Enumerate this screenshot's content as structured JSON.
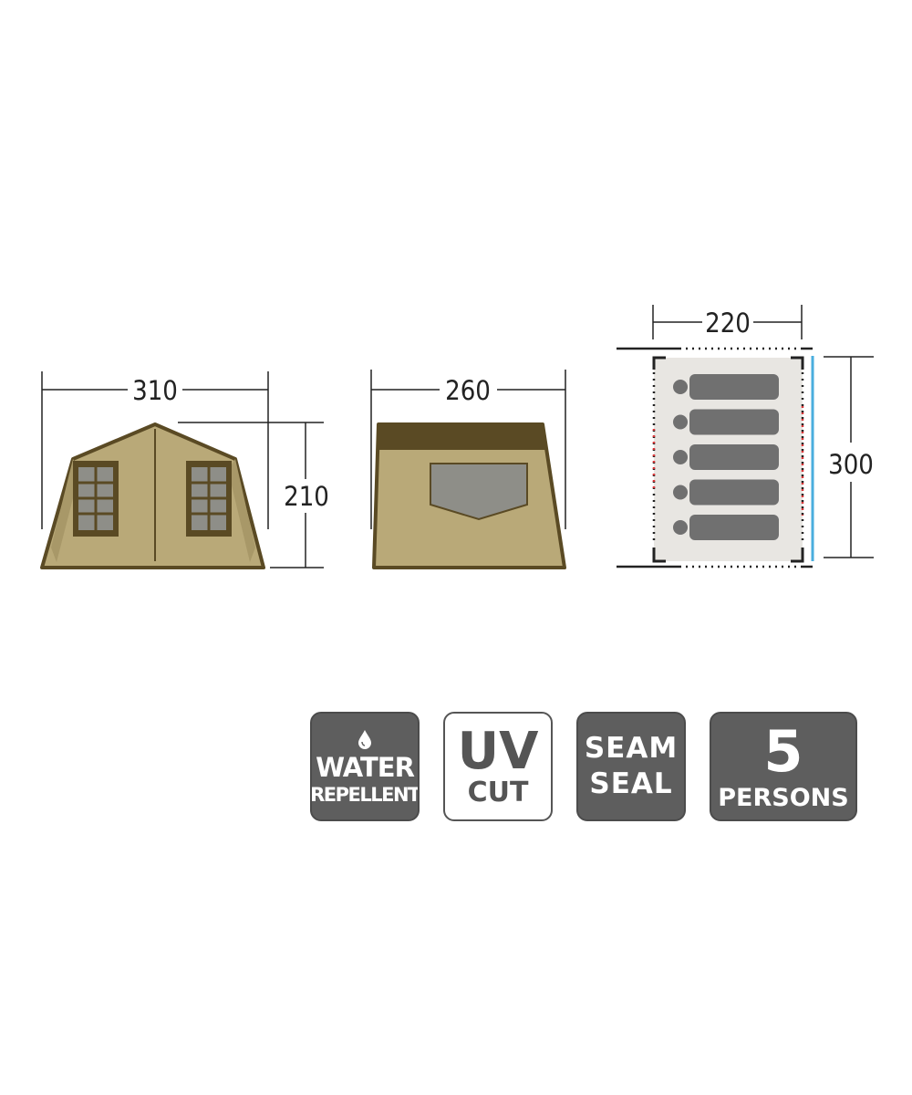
{
  "dimensions": {
    "front_width": "310",
    "front_height": "210",
    "side_width": "260",
    "floor_width": "220",
    "floor_depth": "300"
  },
  "badges": [
    {
      "icon": "water-drop-icon",
      "line1": "WATER",
      "line2": "REPELLENT"
    },
    {
      "line1": "UV",
      "line2": "CUT"
    },
    {
      "line1": "SEAM",
      "line2": "SEAL"
    },
    {
      "line1": "5",
      "line2": "PERSONS"
    }
  ],
  "colors": {
    "tent_body": "#b9a978",
    "tent_dark": "#5a4a24",
    "window_mesh": "#8e8e88",
    "floor": "#e8e6e2",
    "sleeper": "#707070",
    "badge_dark": "#5e5e5e",
    "door_red": "#d9383a",
    "door_blue": "#4aaede"
  },
  "floor_plan": {
    "sleepers": 5
  }
}
